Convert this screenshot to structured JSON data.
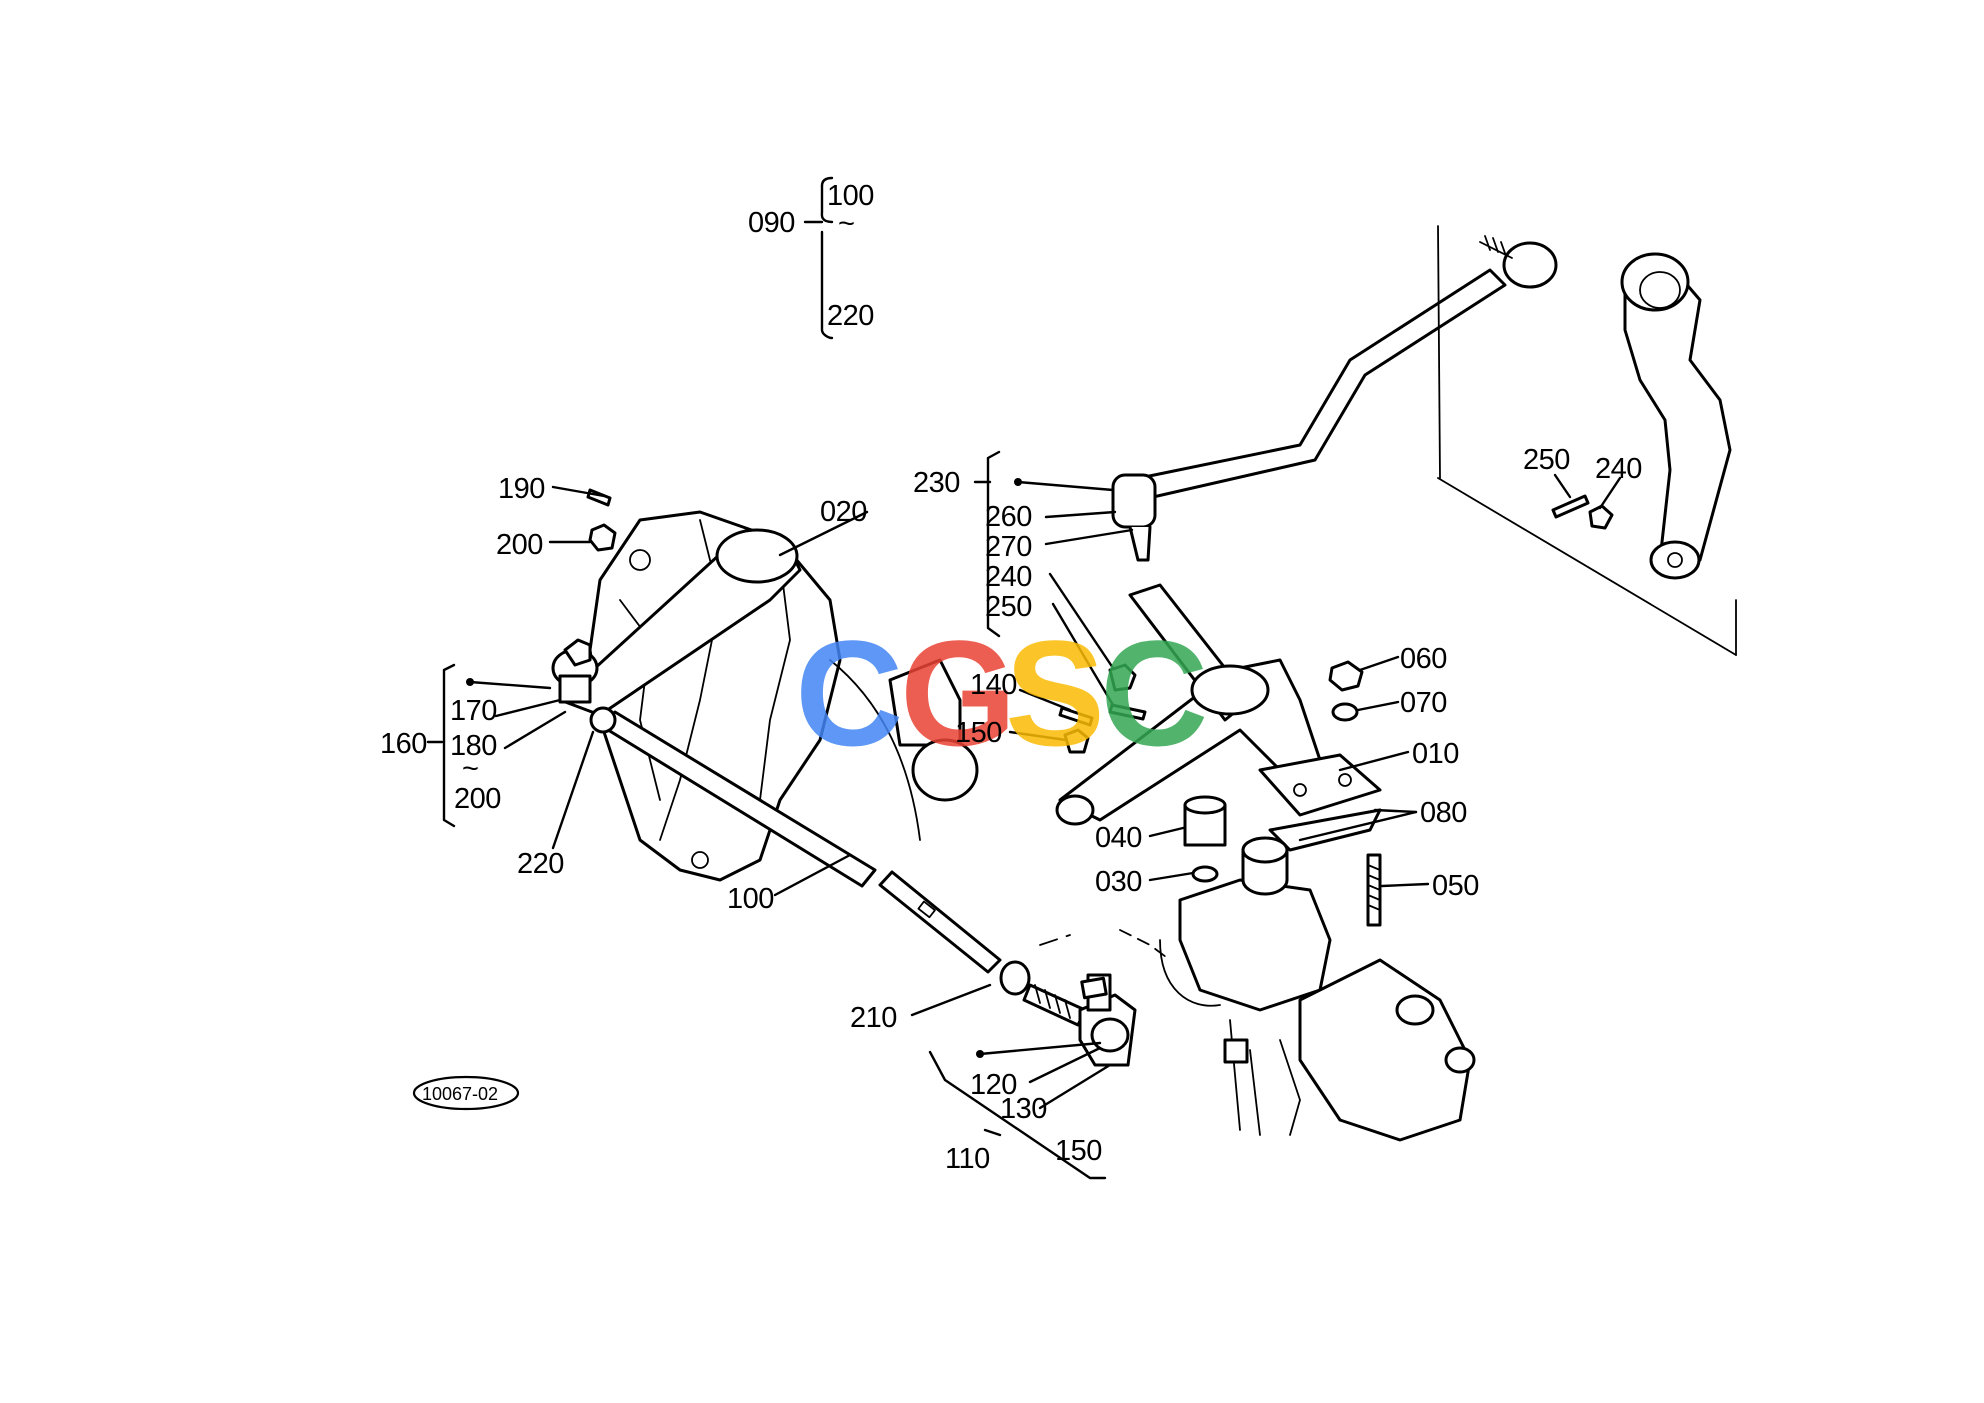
{
  "drawing_code": "10067-02",
  "watermark": {
    "letters": [
      {
        "char": "C",
        "color": "#4285F4"
      },
      {
        "char": "G",
        "color": "#EA4335"
      },
      {
        "char": "S",
        "color": "#FBBC05"
      },
      {
        "char": "C",
        "color": "#34A853"
      }
    ]
  },
  "callouts": {
    "c010": "010",
    "c020": "020",
    "c030": "030",
    "c040": "040",
    "c050": "050",
    "c060": "060",
    "c070": "070",
    "c080": "080",
    "c090": "090",
    "c090_from": "100",
    "c090_to": "220",
    "c090_tilde": "~",
    "c100": "100",
    "c110": "110",
    "c120": "120",
    "c130": "130",
    "c150b": "150",
    "c140": "140",
    "c150": "150",
    "c160": "160",
    "c170": "170",
    "c180": "180",
    "c180_tilde": "~",
    "c200b": "200",
    "c190": "190",
    "c200": "200",
    "c210": "210",
    "c220": "220",
    "c230": "230",
    "c260": "260",
    "c270": "270",
    "c240": "240",
    "c250": "250",
    "c250r": "250",
    "c240r": "240"
  }
}
